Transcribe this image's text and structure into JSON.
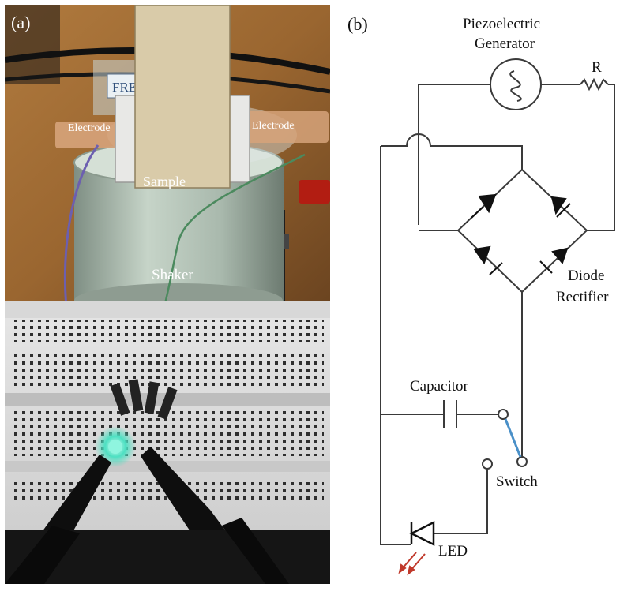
{
  "panel_a": {
    "tag": "(a)",
    "labels": {
      "electrode_left": "Electrode",
      "electrode_right": "Electrode",
      "sample": "Sample",
      "shaker": "Shaker",
      "tape_text": "FRE"
    }
  },
  "panel_b": {
    "tag": "(b)",
    "labels": {
      "generator_line1": "Piezoelectric",
      "generator_line2": "Generator",
      "resistor": "R",
      "diode_line1": "Diode",
      "diode_line2": "Rectifier",
      "capacitor": "Capacitor",
      "switch": "Switch",
      "led": "LED"
    },
    "colors": {
      "wire": "#3a3a3a",
      "switch_blade": "#4a90c8",
      "led_light": "#c0392b"
    }
  }
}
